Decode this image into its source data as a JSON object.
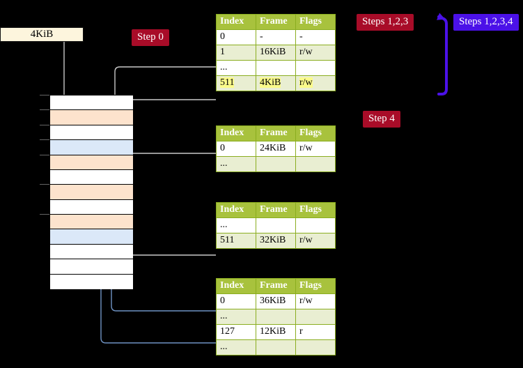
{
  "diagram": {
    "title_caption": "4KiB",
    "badges": [
      {
        "id": "step0",
        "label": "Step 0",
        "color": "#a80c28"
      },
      {
        "id": "steps123",
        "label": "Steps 1,2,3",
        "color": "#a80c28"
      },
      {
        "id": "steps1234",
        "label": "Steps 1,2,3,4",
        "color": "#4b11e8"
      },
      {
        "id": "step4",
        "label": "Step 4",
        "color": "#a80c28"
      }
    ],
    "memory_column": {
      "name": "physical-memory-column",
      "row_count": 13,
      "rows": [
        {
          "fill": "white"
        },
        {
          "fill": "peach"
        },
        {
          "fill": "white"
        },
        {
          "fill": "blue"
        },
        {
          "fill": "peach"
        },
        {
          "fill": "white"
        },
        {
          "fill": "peach"
        },
        {
          "fill": "white"
        },
        {
          "fill": "peach"
        },
        {
          "fill": "blue"
        },
        {
          "fill": "white"
        },
        {
          "fill": "white"
        },
        {
          "fill": "white"
        }
      ]
    },
    "tables": [
      {
        "id": "table-level-1",
        "headers": [
          "Index",
          "Frame",
          "Flags"
        ],
        "rows": [
          {
            "cells": [
              "0",
              "-",
              "-"
            ],
            "shade": "plain",
            "highlight": false
          },
          {
            "cells": [
              "1",
              "16KiB",
              "r/w"
            ],
            "shade": "alt",
            "highlight": false
          },
          {
            "cells": [
              "...",
              "",
              ""
            ],
            "shade": "plain",
            "highlight": false
          },
          {
            "cells": [
              "511",
              "4KiB",
              "r/w"
            ],
            "shade": "alt",
            "highlight": true
          }
        ]
      },
      {
        "id": "table-level-2",
        "headers": [
          "Index",
          "Frame",
          "Flags"
        ],
        "rows": [
          {
            "cells": [
              "0",
              "24KiB",
              "r/w"
            ],
            "shade": "plain",
            "highlight": false
          },
          {
            "cells": [
              "...",
              "",
              ""
            ],
            "shade": "alt",
            "highlight": false
          }
        ]
      },
      {
        "id": "table-level-3",
        "headers": [
          "Index",
          "Frame",
          "Flags"
        ],
        "rows": [
          {
            "cells": [
              "...",
              "",
              ""
            ],
            "shade": "plain",
            "highlight": false
          },
          {
            "cells": [
              "511",
              "32KiB",
              "r/w"
            ],
            "shade": "alt",
            "highlight": false
          }
        ]
      },
      {
        "id": "table-level-4",
        "headers": [
          "Index",
          "Frame",
          "Flags"
        ],
        "rows": [
          {
            "cells": [
              "0",
              "36KiB",
              "r/w"
            ],
            "shade": "plain",
            "highlight": false
          },
          {
            "cells": [
              "...",
              "",
              ""
            ],
            "shade": "alt",
            "highlight": false
          },
          {
            "cells": [
              "127",
              "12KiB",
              "r"
            ],
            "shade": "plain",
            "highlight": false
          },
          {
            "cells": [
              "...",
              "",
              ""
            ],
            "shade": "alt",
            "highlight": false
          }
        ]
      }
    ],
    "colors": {
      "background": "#000000",
      "header_green": "#a8c23d",
      "row_alt": "#e9eed2",
      "highlight_yellow": "#fbfb8a",
      "peach": "#fde3cd",
      "light_blue": "#dbe8f8",
      "wire_gray": "#b8b8b8",
      "wire_blue": "#6f93c4",
      "arrow_purple": "#4b11e8",
      "caption_cream": "#fdf5dd"
    }
  }
}
